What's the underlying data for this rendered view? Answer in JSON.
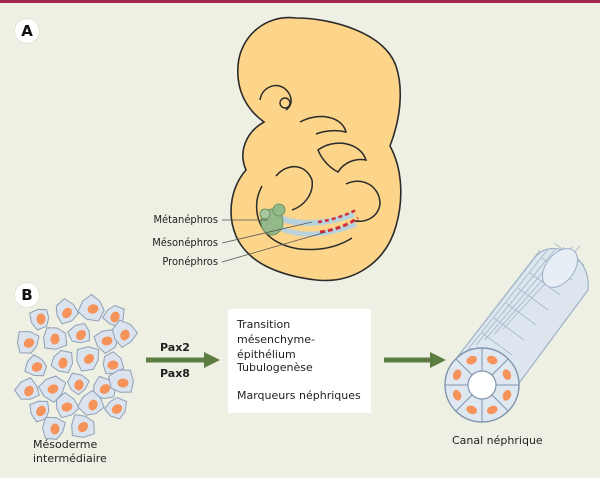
{
  "panel_a": {
    "badge": "A",
    "labels": {
      "metanephros": "Métanéphros",
      "mesonephros": "Mésonéphros",
      "pronephros": "Pronéphros"
    }
  },
  "panel_b": {
    "badge": "B",
    "tissue_label_line1": "Mésoderme",
    "tissue_label_line2": "intermédiaire",
    "genes": [
      "Pax2",
      "Pax8"
    ],
    "process_steps": {
      "step1_line1": "Transition",
      "step1_line2": "mésenchyme-épithélium",
      "step2": "Tubulogenèse",
      "step3": "Marqueurs néphriques"
    },
    "tube_label": "Canal néphrique"
  },
  "colors": {
    "embryo_fill": "#fcd48a",
    "cell_fill": "#dbe3ee",
    "nucleus": "#f5935a",
    "arrow": "#5e7d42",
    "frame_line": "#a0264a"
  }
}
